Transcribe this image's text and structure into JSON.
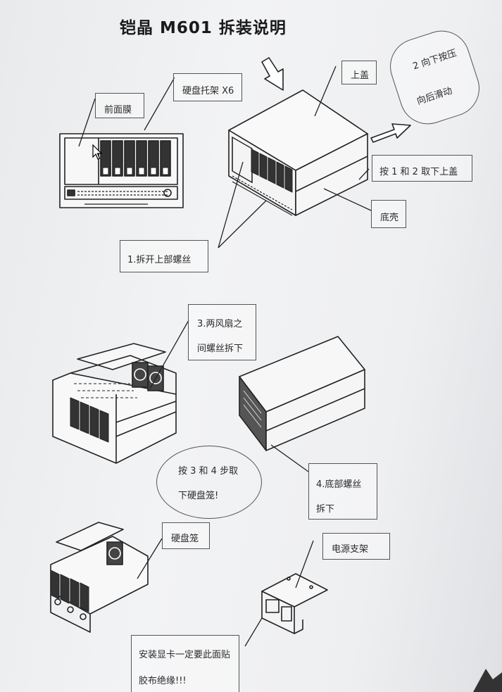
{
  "document": {
    "title": "铠晶 M601 拆装说明",
    "labels": {
      "front_panel": "前面膜",
      "drive_tray": "硬盘托架 X6",
      "top_cover": "上盖",
      "push_note_1": "2 向下按压",
      "push_note_2": "向后滑动",
      "remove_cover": "按 1 和 2 取下上盖",
      "bottom_shell": "底壳",
      "step1": "1.拆开上部螺丝",
      "step3_line1": "3.两风扇之",
      "step3_line2": "间螺丝拆下",
      "oval_line1": "按 3 和 4 步取",
      "oval_line2": "下硬盘笼!",
      "step4_line1": "4.底部螺丝",
      "step4_line2": "拆下",
      "drive_cage": "硬盘笼",
      "psu_bracket": "电源支架",
      "gpu_note_line1": "安装显卡一定要此面贴",
      "gpu_note_line2": "胶布绝缘!!!"
    }
  }
}
